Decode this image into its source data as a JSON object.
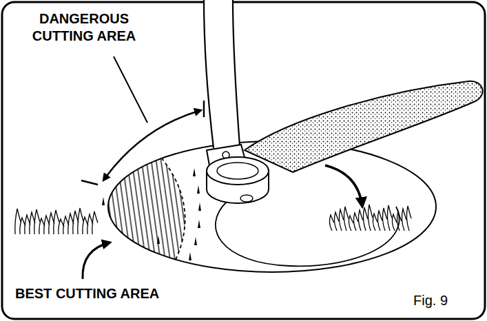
{
  "diagram": {
    "labels": [
      "DANGEROUS CUTTING AREA",
      "BEST CUTTING AREA",
      "Fig. 9"
    ]
  }
}
